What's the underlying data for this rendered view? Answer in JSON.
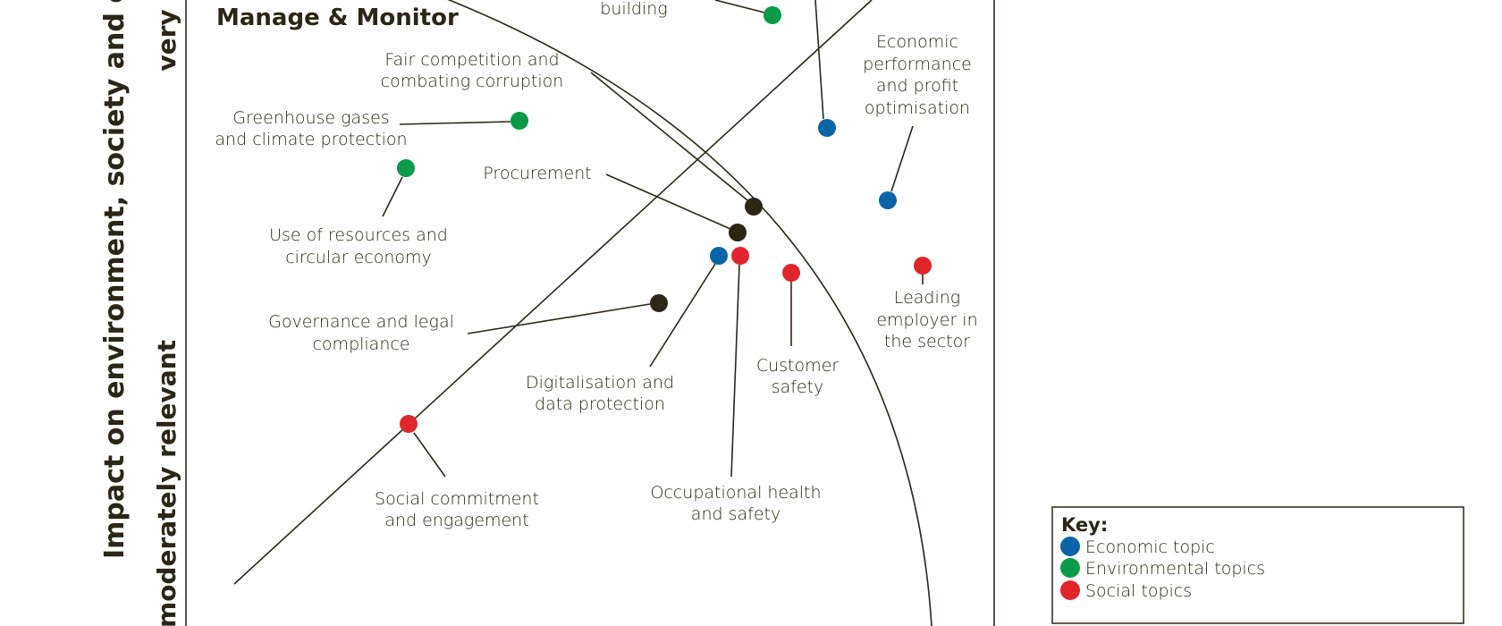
{
  "title": "Manage & Monitor",
  "y_axis": {
    "label": "Impact on environment, society and economy",
    "tick_high": "very",
    "tick_mid": "moderately relevant"
  },
  "colors": {
    "economic": "#0a64a8",
    "environmental": "#0a9a48",
    "social": "#e0252b",
    "governance": "#2b2616"
  },
  "topics": [
    {
      "id": "building",
      "lines": [
        "building"
      ],
      "category": "environmental"
    },
    {
      "id": "economic-top",
      "lines": [],
      "category": "economic"
    },
    {
      "id": "economic-performance",
      "lines": [
        "Economic",
        "performance",
        "and profit",
        "optimisation"
      ],
      "category": "economic"
    },
    {
      "id": "fair-competition",
      "lines": [
        "Fair competition and",
        "combating corruption"
      ],
      "category": "governance"
    },
    {
      "id": "greenhouse",
      "lines": [
        "Greenhouse gases",
        "and climate protection"
      ],
      "category": "environmental"
    },
    {
      "id": "resources",
      "lines": [
        "Use of resources and",
        "circular economy"
      ],
      "category": "environmental"
    },
    {
      "id": "procurement",
      "lines": [
        "Procurement"
      ],
      "category": "governance"
    },
    {
      "id": "governance",
      "lines": [
        "Governance and legal",
        "compliance"
      ],
      "category": "governance"
    },
    {
      "id": "digitalisation",
      "lines": [
        "Digitalisation and",
        "data protection"
      ],
      "category": "economic"
    },
    {
      "id": "occupational",
      "lines": [
        "Occupational health",
        "and safety"
      ],
      "category": "social"
    },
    {
      "id": "customer",
      "lines": [
        "Customer",
        "safety"
      ],
      "category": "social"
    },
    {
      "id": "leading-employer",
      "lines": [
        "Leading",
        "employer in",
        "the sector"
      ],
      "category": "social"
    },
    {
      "id": "social-commitment",
      "lines": [
        "Social commitment",
        "and engagement"
      ],
      "category": "social"
    }
  ],
  "legend": {
    "title": "Key:",
    "items": [
      "Economic topic",
      "Environmental topics",
      "Social topics"
    ]
  }
}
